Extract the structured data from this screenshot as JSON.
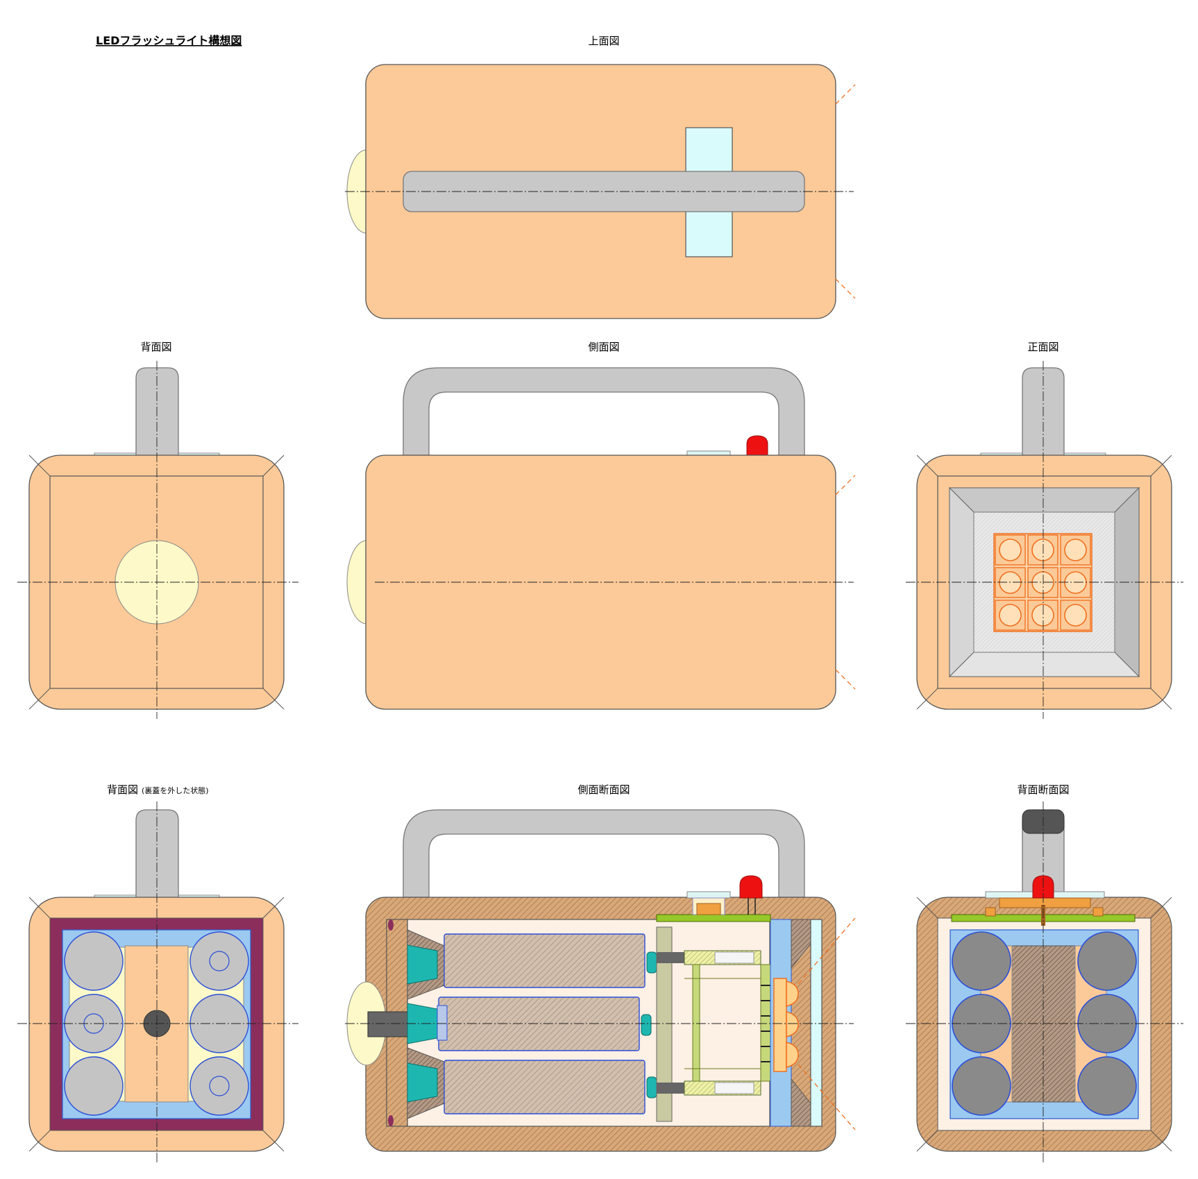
{
  "title": "LEDフラッシュライト構想図",
  "views": {
    "top": "上面図",
    "back": "背面図",
    "side": "側面図",
    "front": "正面図",
    "back_open": "背面図",
    "back_open_note": "(裏蓋を外した状態)",
    "side_section": "側面断面図",
    "back_section": "背面断面図"
  },
  "colors": {
    "body": "#fcca98",
    "handle": "#c8c8c8",
    "lens_cream": "#fdf9c8",
    "glass": "#d9fbfb",
    "indicator_led": "#ee1111",
    "battery_frame": "#9cc9f0",
    "battery_outline": "#2a4fd8",
    "rear_frame": "#8c2e5c",
    "pcb": "#96c82a",
    "led_orange": "#f07020",
    "cap_teal": "#1db7b0",
    "grip_dark": "#555555"
  },
  "led_array": {
    "rows": 3,
    "cols": 3
  },
  "battery_count": 6
}
